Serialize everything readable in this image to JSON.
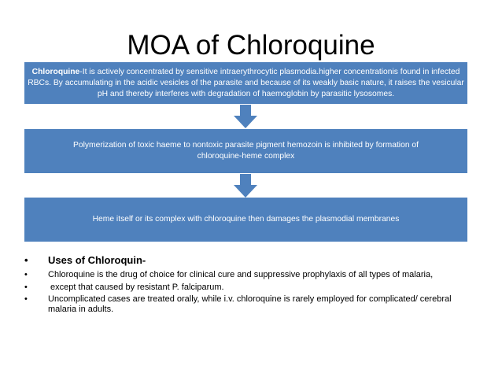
{
  "slide": {
    "title": "MOA of Chloroquine"
  },
  "flow": {
    "box1": {
      "bold_lead": "Chloroquine",
      "text": "-It is actively concentrated by sensitive intraerythrocytic plasmodia.higher concentrationis found in infected RBCs. By accumulating in the acidic vesicles of the parasite and because of its weakly basic nature, it raises the vesicular pH and thereby interferes with degradation of haemoglobin by parasitic lysosomes."
    },
    "box2": {
      "text": "Polymerization of toxic haeme to nontoxic parasite pigment hemozoin is inhibited by formation of chloroquine-heme complex"
    },
    "box3": {
      "text": "Heme itself or its complex with chloroquine then damages the plasmodial membranes"
    }
  },
  "bullets": {
    "marker": "•",
    "heading": "Uses of Chloroquin-",
    "items": [
      "Chloroquine is the drug of choice for clinical cure and suppressive prophylaxis of all types of malaria,",
      " except that caused by resistant P. falciparum.",
      "Uncomplicated cases are treated orally, while i.v. chloroquine is rarely employed for complicated/ cerebral malaria in adults."
    ]
  },
  "colors": {
    "box_fill": "#4f81bd",
    "box_text": "#ffffff",
    "title_text": "#000000"
  }
}
